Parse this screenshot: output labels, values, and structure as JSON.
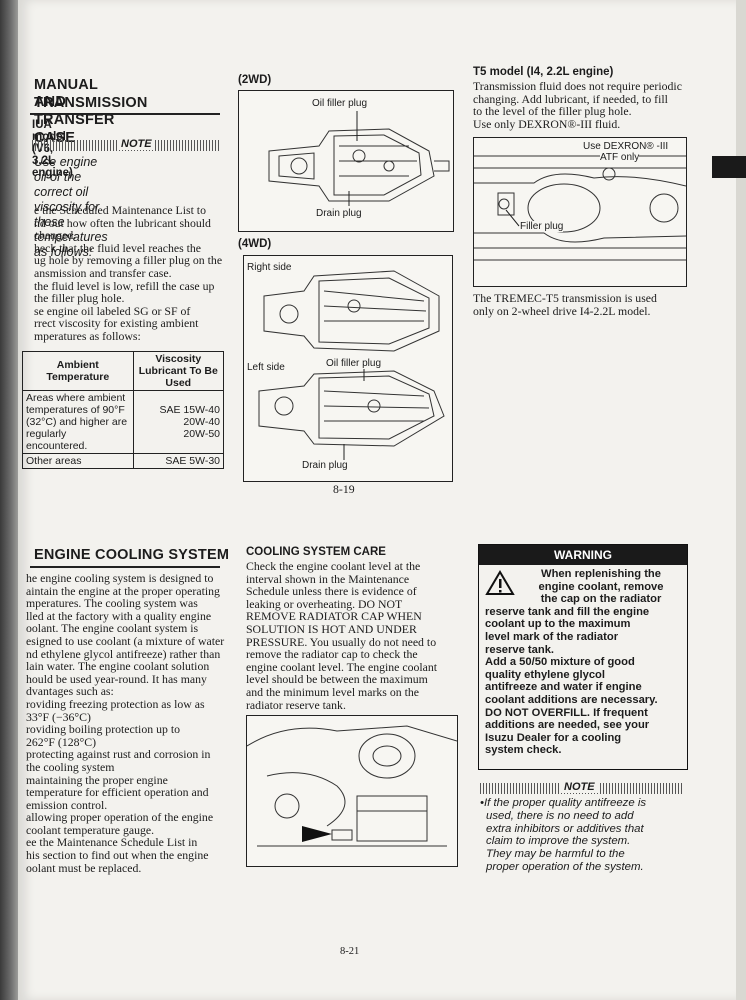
{
  "left_col": {
    "title_line1": "MANUAL TRANSMISSION",
    "title_line2": "AND TRANSFER CASE",
    "subtitle": "IUA model (V6, 3.2L engine)",
    "note_label": "NOTE",
    "note_text": [
      "Use engine oil of the correct oil",
      "viscosity for these temperatures",
      "as follows:"
    ],
    "body_lines": [
      "e the Scheduled Maintenance List to",
      "nd out how often the lubricant should",
      "changed.",
      "heck that the fluid level reaches the",
      "ug hole by removing a filler plug on the",
      "ansmission and transfer case.",
      "the fluid level is low, refill the case up",
      "the filler plug hole.",
      "se engine oil labeled SG or SF of",
      "rrect viscosity for existing ambient",
      "mperatures as follows:"
    ],
    "table": {
      "header_temp": "Ambient Temperature",
      "header_visc": "Viscosity Lubricant To Be Used",
      "row1_temp": "Areas where ambient temperatures of 90°F (32°C) and higher are regularly encountered.",
      "row1_visc": [
        "SAE 15W-40",
        "20W-40",
        "20W-50"
      ],
      "row2_temp": "Other areas",
      "row2_visc": "SAE 5W-30"
    }
  },
  "mid_col": {
    "label_2wd": "(2WD)",
    "oil_filler_plug": "Oil filler plug",
    "drain_plug": "Drain plug",
    "label_4wd": "(4WD)",
    "right_side": "Right side",
    "left_side": "Left side",
    "oil_filler_plug_2": "Oil filler plug",
    "drain_plug_2": "Drain plug",
    "page_num": "8-19"
  },
  "right_col": {
    "title": "T5 model (I4, 2.2L engine)",
    "body_lines": [
      "Transmission fluid does not require periodic",
      "changing. Add lubricant, if needed, to fill",
      "to the level of the filler plug hole.",
      "Use only DEXRON®-III fluid."
    ],
    "fig_label1": "Use DEXRON® -III",
    "fig_label2": "ATF only",
    "fig_label3": "Filler plug",
    "caption_lines": [
      "The TREMEC-T5 transmission is used",
      "only on 2-wheel drive I4-2.2L model."
    ]
  },
  "cooling": {
    "title": "ENGINE COOLING SYSTEM",
    "lines": [
      "he engine cooling system is designed to",
      "aintain the engine at the proper operating",
      "mperatures. The cooling system was",
      "lled at the factory with a quality engine",
      "oolant. The engine coolant system is",
      "esigned to use coolant (a mixture of water",
      "nd ethylene glycol antifreeze) rather than",
      "lain water. The engine coolant solution",
      "hould be used year-round. It has many",
      "dvantages such as:",
      "roviding freezing protection as low as",
      "33°F (−36°C)",
      "roviding boiling protection up to",
      "262°F (128°C)",
      "protecting against rust and corrosion in",
      "the cooling system",
      "maintaining the proper engine",
      "temperature for efficient operation and",
      "emission control.",
      "allowing proper operation of the engine",
      "coolant temperature gauge.",
      "ee the Maintenance Schedule List in",
      "his section to find out when the engine",
      "oolant must be replaced."
    ]
  },
  "care": {
    "title": "COOLING SYSTEM CARE",
    "lines": [
      "Check the engine coolant level at the",
      "interval shown in the Maintenance",
      "Schedule unless there is evidence of",
      "leaking or overheating. DO NOT",
      "REMOVE RADIATOR CAP WHEN",
      "SOLUTION IS HOT AND UNDER",
      "PRESSURE. You usually do not need to",
      "remove the radiator cap to check the",
      "engine coolant level. The engine coolant",
      "level should be between the maximum",
      "and the minimum level marks on the",
      "radiator reserve tank."
    ]
  },
  "warning": {
    "head": "WARNING",
    "lines": [
      "When replenishing the",
      "engine coolant, remove",
      "the cap on the radiator",
      "reserve tank and fill the engine",
      "coolant up to the maximum",
      "level mark of the radiator",
      "reserve tank.",
      "Add a 50/50 mixture of good",
      "quality ethylene glycol",
      "antifreeze and water if engine",
      "coolant additions are necessary.",
      "DO NOT OVERFILL. If frequent",
      "additions are needed, see your",
      "Isuzu Dealer for a cooling",
      "system check."
    ],
    "note_label": "NOTE",
    "note_lines": [
      "If the proper quality antifreeze is",
      "used, there is no need to add",
      "extra inhibitors or additives that",
      "claim to improve the system.",
      "They may be harmful to the",
      "proper operation of the system."
    ]
  },
  "footer_page": "8-21"
}
